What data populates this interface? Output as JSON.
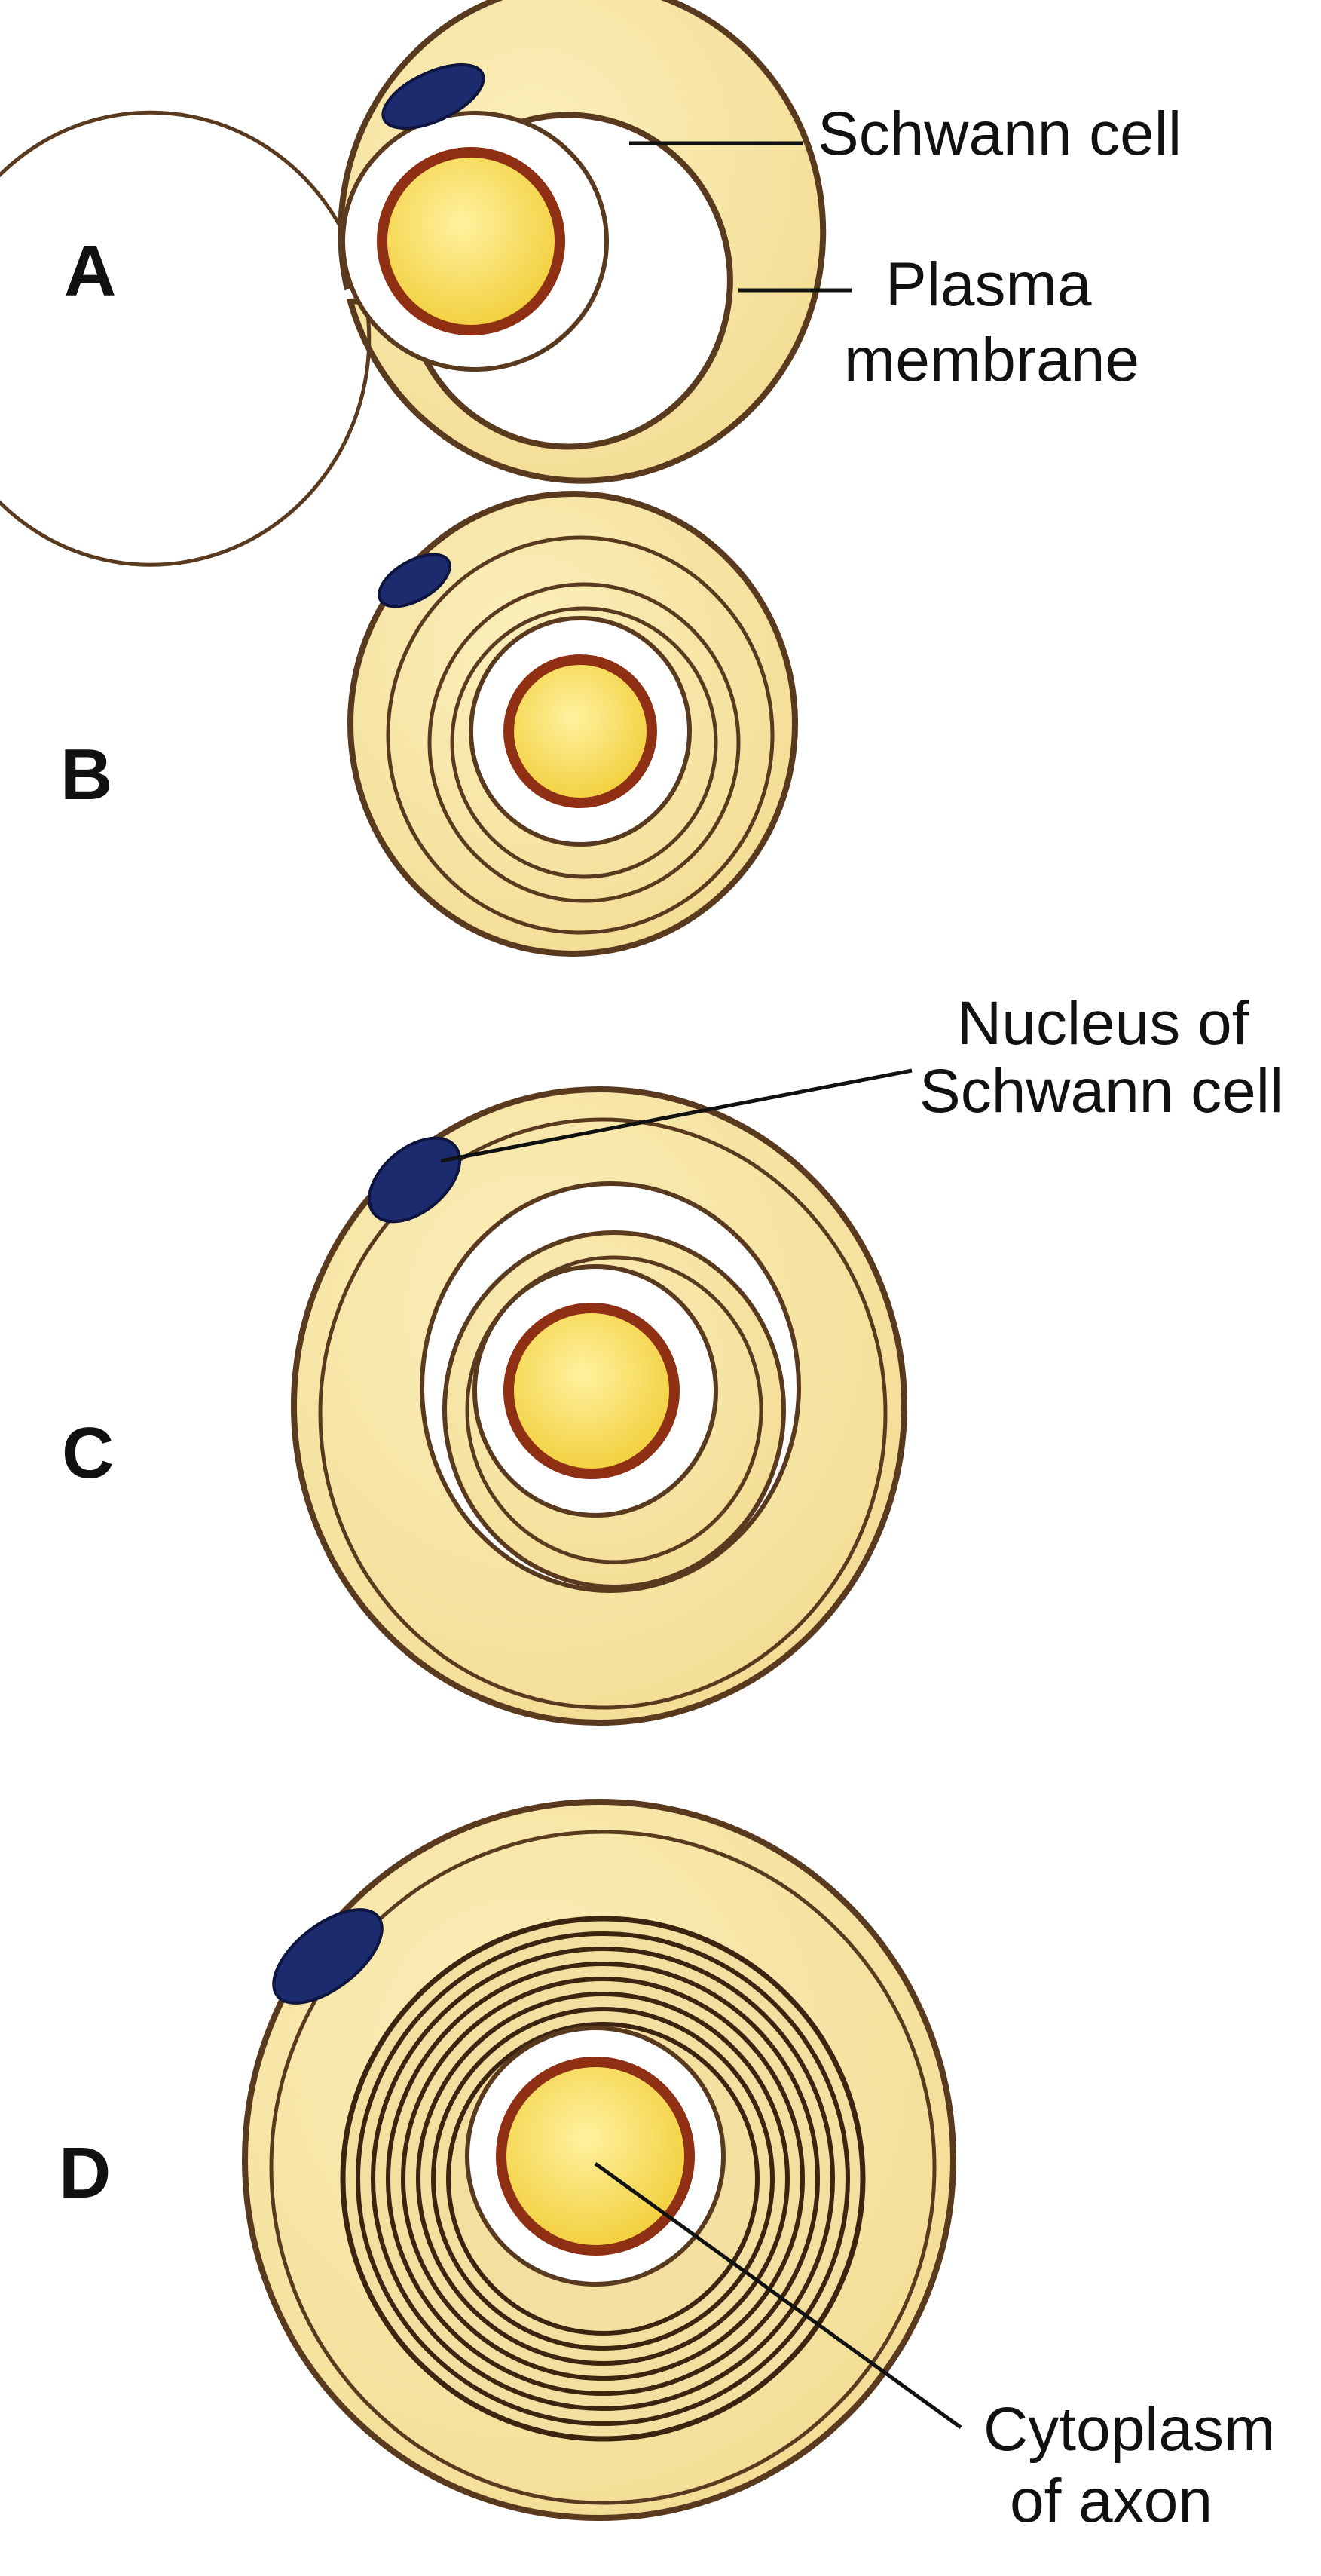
{
  "stages": [
    {
      "label": "A"
    },
    {
      "label": "B"
    },
    {
      "label": "C"
    },
    {
      "label": "D"
    }
  ],
  "callouts": {
    "schwann_cell": "Schwann cell",
    "plasma_membrane": [
      "Plasma",
      "membrane"
    ],
    "nucleus": [
      "Nucleus of",
      "Schwann cell"
    ],
    "cytoplasm": [
      "Cytoplasm",
      "of axon"
    ]
  },
  "colors": {
    "schwann_cytoplasm": "#f7e7a5",
    "membrane_outline": "#5a3a1f",
    "axon_fill": "#f6d64a",
    "axon_membrane": "#8f2f14",
    "nucleus": "#1c2a6e",
    "periaxonal_space": "#ffffff"
  }
}
